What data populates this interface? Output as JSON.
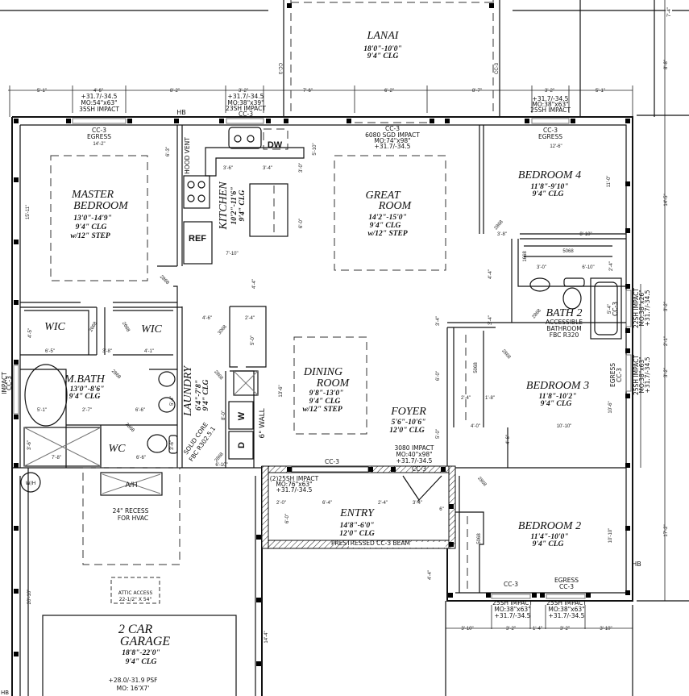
{
  "lanai": {
    "name": "LANAI",
    "size": "18'0\"-10'0\"",
    "clg": "9'4\" CLG",
    "side_left": "CC-3",
    "side_right": "CC-3"
  },
  "rooms": {
    "master": {
      "l1": "MASTER",
      "l2": "BEDROOM",
      "size": "13'0\"-14'9\"",
      "clg": "9'4\" CLG",
      "step": "w/12\" STEP"
    },
    "kitchen": {
      "l1": "KITCHEN",
      "size": "10'2\"-11'6\"",
      "clg": "9'4\" CLG"
    },
    "great": {
      "l1": "GREAT",
      "l2": "ROOM",
      "size": "14'2\"-15'0\"",
      "clg": "9'4\" CLG",
      "step": "w/12\" STEP"
    },
    "bed4": {
      "l1": "BEDROOM 4",
      "size": "11'8\"-9'10\"",
      "clg": "9'4\" CLG"
    },
    "wic1": {
      "l1": "WIC"
    },
    "wic2": {
      "l1": "WIC"
    },
    "mbath": {
      "l1": "M.BATH",
      "size": "13'0\"-8'6\"",
      "clg": "9'4\" CLG"
    },
    "wc": {
      "l1": "WC"
    },
    "laundry": {
      "l1": "LAUNDRY",
      "size": "6'4\"-7'8\"",
      "clg": "9'4\" CLG"
    },
    "dining": {
      "l1": "DINING",
      "l2": "ROOM",
      "size": "9'8\"-13'0\"",
      "clg": "9'4\" CLG",
      "step": "w/12\" STEP"
    },
    "foyer": {
      "l1": "FOYER",
      "size": "5'6\"-10'6\"",
      "clg": "12'0\" CLG"
    },
    "bath2": {
      "l1": "BATH 2",
      "n1": "ACCESSIBLE",
      "n2": "BATHROOM",
      "n3": "FBC R320"
    },
    "bed3": {
      "l1": "BEDROOM 3",
      "size": "11'8\"-10'2\"",
      "clg": "9'4\" CLG"
    },
    "entry": {
      "l1": "ENTRY",
      "size": "14'8\"-6'0\"",
      "clg": "12'0\" CLG"
    },
    "bed2": {
      "l1": "BEDROOM 2",
      "size": "11'4\"-10'0\"",
      "clg": "9'4\" CLG"
    },
    "garage": {
      "l1": "2 CAR",
      "l2": "GARAGE",
      "size": "18'8\"-22'0\"",
      "clg": "9'4\" CLG",
      "psf": "+28.0/-31.9 PSF",
      "mo": "MO: 16'X7'"
    }
  },
  "windows": {
    "master_top": [
      "+31.7/-34.5",
      "MO:54\"x63\"",
      "35SH IMPACT"
    ],
    "master_top_below": [
      "CC-3",
      "EGRESS"
    ],
    "kitchen_top": [
      "+31.7/-34.5",
      "MO:38\"x39\"",
      "23SH IMPACT",
      "CC-3"
    ],
    "great_sgd": [
      "CC-3",
      "6080 SGD IMPACT",
      "MO:74\"x98\"",
      "+31.7/-34.5"
    ],
    "bed4_top": [
      "+31.7/-34.5",
      "MO:38\"x63\"",
      "25SH IMPACT"
    ],
    "bed4_top_below": [
      "CC-3",
      "EGRESS"
    ],
    "bath2_right": [
      "22SH IMPACT",
      "MO:38\"x26\"",
      "+31.7/-34.5"
    ],
    "bath2_tub": [
      "5'-4\"",
      "CC-3"
    ],
    "bed3_right": [
      "25SH IMPACT",
      "MO:38\"x63\"",
      "+31.7/-34.5"
    ],
    "bed3_right_inner": [
      "EGRESS",
      "CC-3"
    ],
    "mbath_left": [
      "IMPACT",
      "CC-3"
    ],
    "entry_win": [
      "CC-3",
      "(2)25SH IMPACT",
      "MO:76\"x63\"",
      "+31.7/-34.5"
    ],
    "entry_door": [
      "3080 IMPACT",
      "MO:40\"x98\"",
      "+31.7/-34.5",
      "CC-3"
    ],
    "entry_beam": "PRESTRESSED CC-3 BEAM",
    "bed2_bottom_left": [
      "CC-3",
      "25SH IMPACT",
      "MO:38\"x63\"",
      "+31.7/-34.5"
    ],
    "bed2_bottom_right": [
      "EGRESS",
      "CC-3",
      "25SH IMPACT",
      "MO:38\"x63\"",
      "+31.7/-34.5"
    ]
  },
  "fixtures": {
    "hood_vent": "HOOD VENT",
    "ref": "REF",
    "dw": "DW",
    "washer": "W",
    "dryer": "D",
    "wall_note": "6\" WALL",
    "solid_core": "SOLID CORE",
    "fbc": "FBC R302.5.1",
    "ah": "A/H",
    "recess1": "24\" RECESS",
    "recess2": "FOR HVAC",
    "attic1": "ATTIC ACCESS",
    "attic2": "22-1/2\" X 54\"",
    "wh": "W/H",
    "hb": "HB"
  },
  "doors": [
    "2868",
    "2668",
    "2668",
    "2868",
    "2868",
    "2868",
    "2868",
    "3068",
    "2868",
    "1668",
    "2868",
    "2868",
    "2868",
    "5068",
    "5068",
    "5068",
    "5068"
  ],
  "dims": {
    "top": [
      "5'-1\"",
      "4'-6\"",
      "8'-2\"",
      "3'-2\"",
      "7'-6\"",
      "6'-2\"",
      "8'-7\"",
      "3'-2\"",
      "5'-1\""
    ],
    "right": [
      "7'-4\"",
      "8'-8\"",
      "14'-5\"",
      "3'-2\"",
      "2'-1\"",
      "3'-2\"",
      "17'-2\""
    ],
    "bottom": [
      "3'-10\"",
      "3'-2\"",
      "1'-4\"",
      "3'-2\"",
      "3'-10\""
    ],
    "interior": [
      "14'-2\"",
      "15'-11\"",
      "6'-3\"",
      "5'-10\"",
      "3'-6\"",
      "3'-4\"",
      "3'-0\"",
      "6'-0\"",
      "7'-10\"",
      "4'-4\"",
      "4'-6\"",
      "2'-4\"",
      "5'-0\"",
      "13'-6\"",
      "8'-0\"",
      "6'-10\"",
      "4'-5\"",
      "6'-5\"",
      "3'-8\"",
      "4'-1\"",
      "5'-1\"",
      "2'-7\"",
      "6'-6\"",
      "5'-4\"",
      "3'-6\"",
      "3'-6\"",
      "7'-8\"",
      "6'-6\"",
      "12'-6\"",
      "11'-0\"",
      "3'-8\"",
      "8'-10\"",
      "6'-10\"",
      "3'-0\"",
      "4'-4\"",
      "3'-4\"",
      "3'-4\"",
      "6'-0\"",
      "5'-0\"",
      "2'-4\"",
      "1'-8\"",
      "4'-0\"",
      "10'-10\"",
      "10'-6\"",
      "4'-6\"",
      "10'-10\"",
      "2'-0\"",
      "6'-4\"",
      "2'-4\"",
      "3'-4\"",
      "6\"",
      "6'-0\"",
      "4'-4\"",
      "20'-10\"",
      "14'-4\"",
      "2'-4\""
    ]
  }
}
